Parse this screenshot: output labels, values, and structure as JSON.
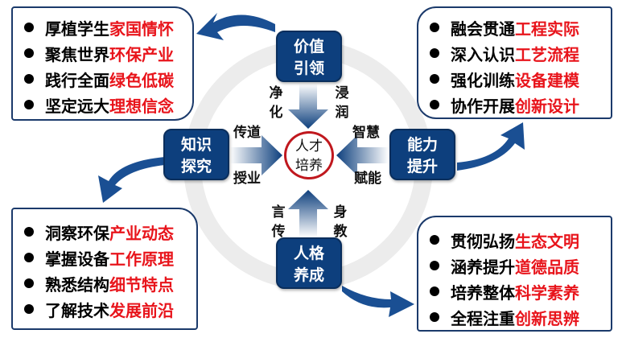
{
  "center": {
    "line1": "人才",
    "line2": "培养"
  },
  "nodes": {
    "top": {
      "line1": "价值",
      "line2": "引领",
      "left_label": [
        "净",
        "化"
      ],
      "right_label": [
        "浸",
        "润"
      ]
    },
    "left": {
      "line1": "知识",
      "line2": "探究",
      "top_label": "传道",
      "bottom_label": "授业"
    },
    "right": {
      "line1": "能力",
      "line2": "提升",
      "top_label": "智慧",
      "bottom_label": "赋能"
    },
    "bottom": {
      "line1": "人格",
      "line2": "养成",
      "left_label": [
        "言",
        "传"
      ],
      "right_label": [
        "身",
        "教"
      ]
    }
  },
  "cards": {
    "top_left": [
      {
        "black": "厚植学生",
        "red": "家国情怀"
      },
      {
        "black": "聚焦世界",
        "red": "环保产业"
      },
      {
        "black": "践行全面",
        "red": "绿色低碳"
      },
      {
        "black": "坚定远大",
        "red": "理想信念"
      }
    ],
    "top_right": [
      {
        "black": "融会贯通",
        "red": "工程实际"
      },
      {
        "black": "深入认识",
        "red": "工艺流程"
      },
      {
        "black": "强化训练",
        "red": "设备建模"
      },
      {
        "black": "协作开展",
        "red": "创新设计"
      }
    ],
    "bottom_left": [
      {
        "black": "洞察环保",
        "red": "产业动态"
      },
      {
        "black": "掌握设备",
        "red": "工作原理"
      },
      {
        "black": "熟悉结构",
        "red": "细节特点"
      },
      {
        "black": "了解技术",
        "red": "发展前沿"
      }
    ],
    "bottom_right": [
      {
        "black": "贯彻弘扬",
        "red": "生态文明"
      },
      {
        "black": "涵养提升",
        "red": "道德品质"
      },
      {
        "black": "培养整体",
        "red": "科学素养"
      },
      {
        "black": "全程注重",
        "red": "创新思辨"
      }
    ]
  },
  "colors": {
    "node_blue": "#0d3f7d",
    "accent_red": "#e8141b"
  }
}
